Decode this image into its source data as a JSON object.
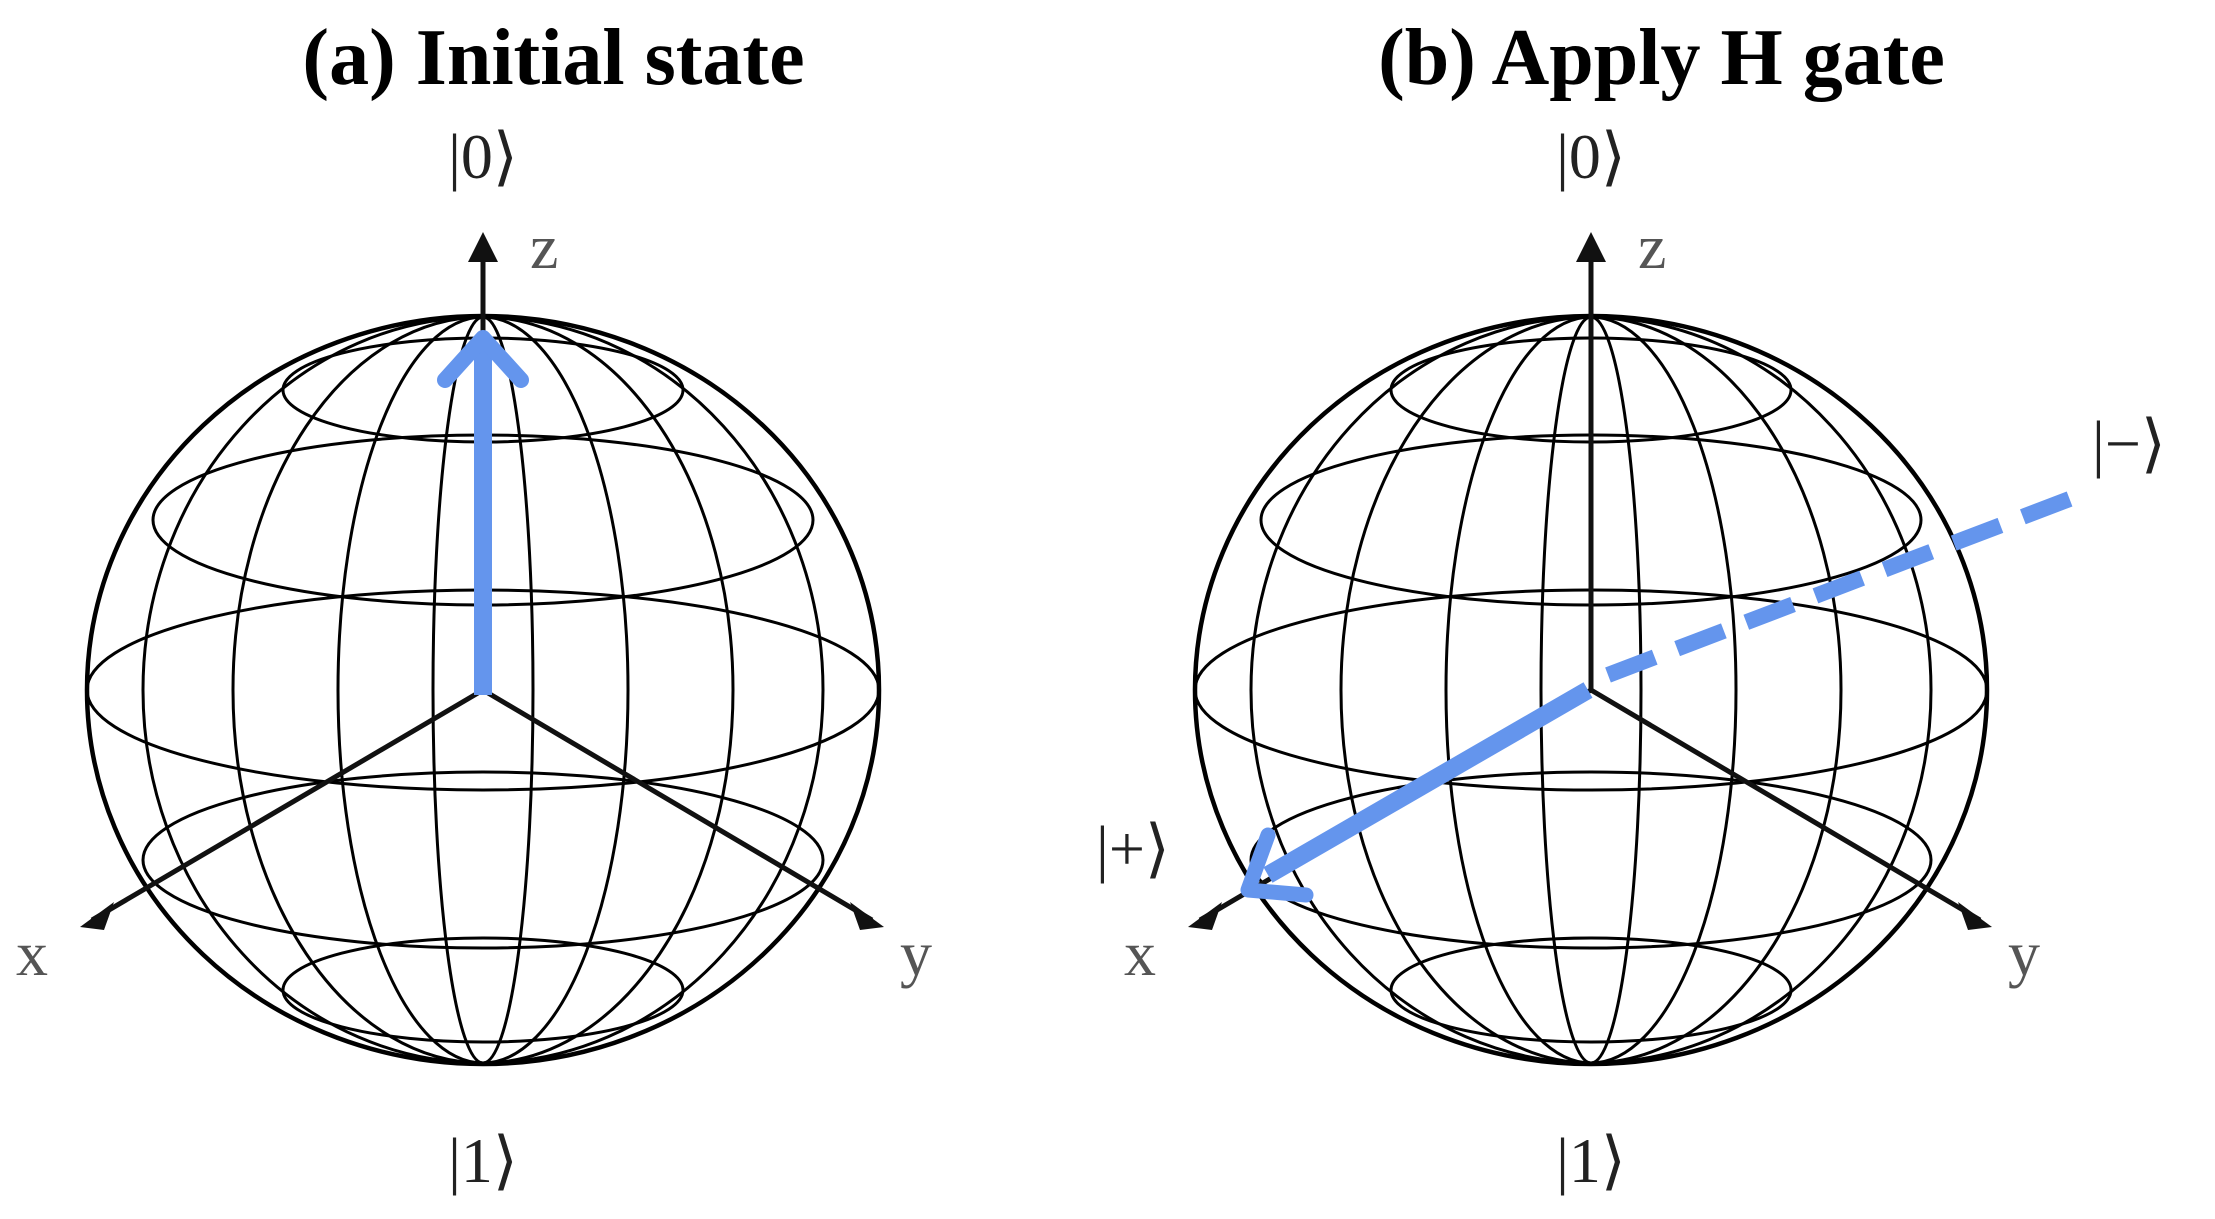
{
  "panels": [
    {
      "title": "(a) Initial state",
      "axes": {
        "x": "x",
        "y": "y",
        "z": "z"
      },
      "kets": {
        "top": "|0⟩",
        "bottom": "|1⟩"
      },
      "state_vector": {
        "direction": "+z",
        "style": "solid",
        "color": "#6495ed"
      }
    },
    {
      "title": "(b) Apply H gate",
      "axes": {
        "x": "x",
        "y": "y",
        "z": "z"
      },
      "kets": {
        "top": "|0⟩",
        "bottom": "|1⟩",
        "plus": "|+⟩",
        "minus": "|−⟩"
      },
      "state_vector": {
        "direction": "+x",
        "style": "solid",
        "color": "#6495ed"
      },
      "opposite_vector": {
        "direction": "-x",
        "style": "dashed",
        "color": "#6495ed"
      }
    }
  ]
}
